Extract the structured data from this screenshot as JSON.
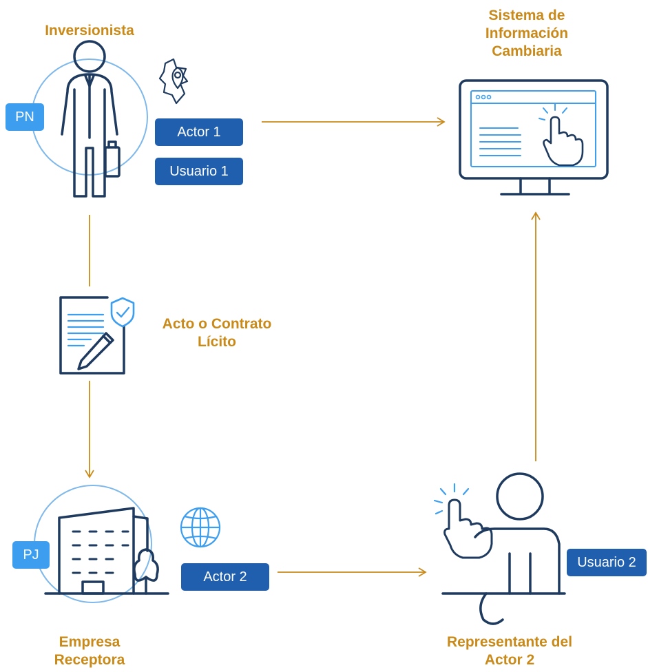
{
  "labels": {
    "investor": "Inversionista",
    "system": "Sistema de\nInformación\nCambiaria",
    "contract": "Acto o Contrato\nLícito",
    "company": "Empresa\nReceptora",
    "representative": "Representante del\nActor 2"
  },
  "badges": {
    "pn": "PN",
    "actor1": "Actor 1",
    "usuario1": "Usuario 1",
    "pj": "PJ",
    "actor2": "Actor 2",
    "usuario2": "Usuario 2"
  },
  "icons": {
    "investor": "businessman-icon",
    "location": "map-location-pin-icon",
    "monitor": "computer-monitor-click-icon",
    "document": "contract-shield-pen-icon",
    "building": "office-building-tree-icon",
    "globe": "globe-icon",
    "representative": "person-desk-click-icon"
  },
  "colors": {
    "accent": "#c98a1a",
    "navy": "#1e3a5f",
    "badge_dark": "#1f5fad",
    "badge_light": "#3d9ef0",
    "circle": "#7fb8ea"
  }
}
